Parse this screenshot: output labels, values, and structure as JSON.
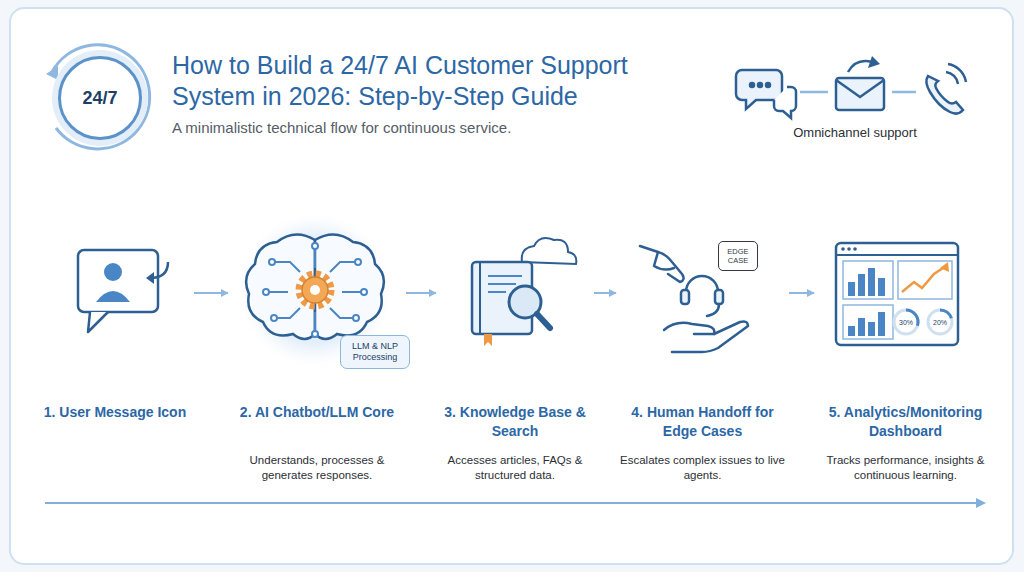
{
  "diagram": {
    "title": "How to Build a 24/7 AI Customer Support System in 2026: Step-by-Step Guide",
    "caption": "A minimalistic technical flow for continuous service.",
    "nodes": [
      {
        "text": [
          "24/7"
        ]
      },
      {
        "text": [
          "1. User Message Icon"
        ]
      },
      {
        "text": [
          "2. AI Chatbot/LLM Core",
          "Understands, processes & generates responses."
        ]
      },
      {
        "text": [
          "LLM & NLP Processing"
        ],
        "in": 2
      },
      {
        "text": [
          "3. Knowledge Base & Search",
          "Accesses articles, FAQs & structured data."
        ]
      },
      {
        "text": [
          "4. Human Handoff for Edge Cases",
          "Escalates complex issues to live agents."
        ]
      },
      {
        "text": [
          "EDGE CASE"
        ],
        "in": 5
      },
      {
        "text": [
          "5. Analytics/Monitoring Dashboard",
          "Tracks performance, insights & continuous learning."
        ]
      }
    ],
    "edges": [
      {
        "from": 1,
        "to": 2,
        "arrow": "to"
      },
      {
        "from": 2,
        "to": 4,
        "arrow": "to"
      },
      {
        "from": 4,
        "to": 5,
        "arrow": "to"
      },
      {
        "from": 5,
        "to": 7,
        "arrow": "to"
      }
    ],
    "labels": [
      "Omnichannel support",
      "30%",
      "20%"
    ]
  }
}
